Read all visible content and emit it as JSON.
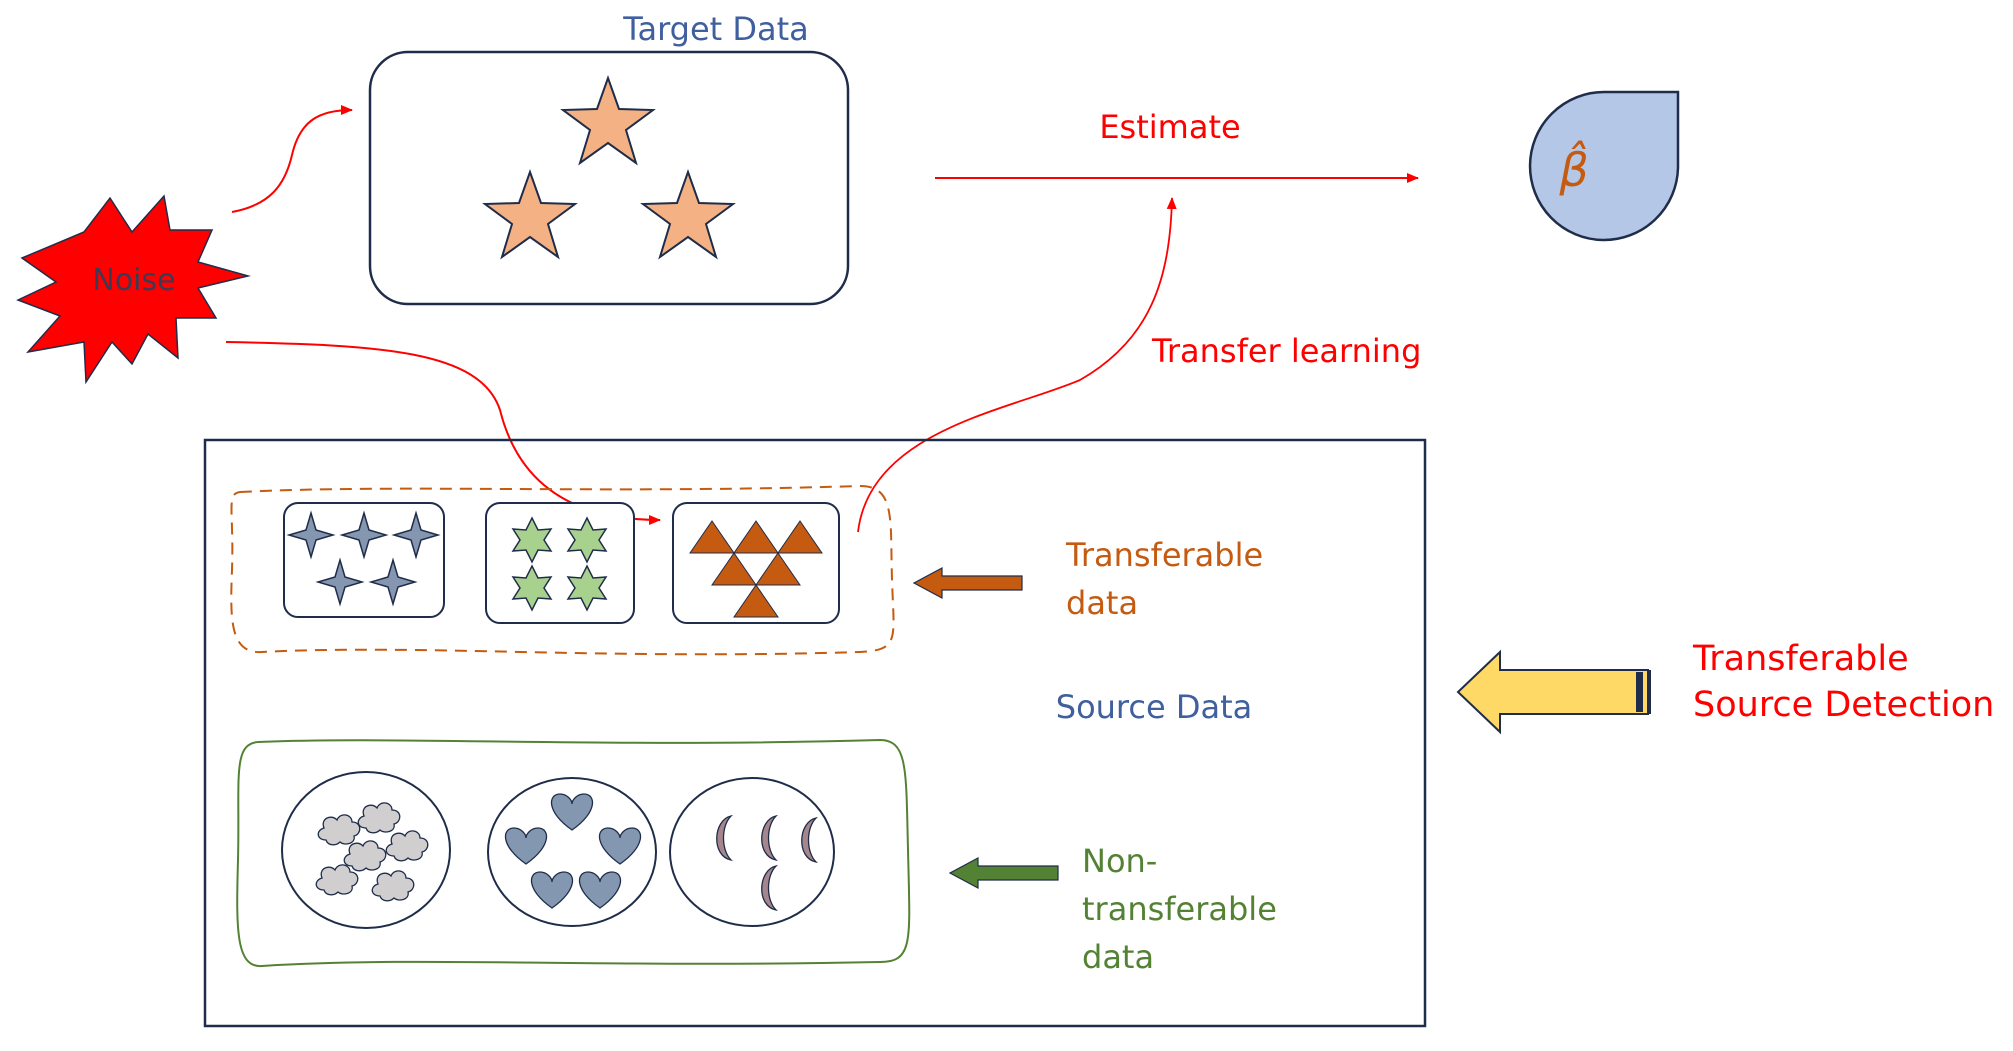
{
  "labels": {
    "target_data": "Target Data",
    "estimate": "Estimate",
    "noise": "Noise",
    "transfer_learning": "Transfer learning",
    "beta_hat": "β̂",
    "source_data": "Source Data",
    "transferable_data_line1": "Transferable",
    "transferable_data_line2": "data",
    "non_transferable_line1": "Non-",
    "non_transferable_line2": "transferable",
    "non_transferable_line3": "data",
    "detection_line1": "Transferable",
    "detection_line2": "Source Detection"
  },
  "icons": {
    "noise": "explosion-burst-icon",
    "target_item": "five-point-star-icon",
    "estimate": "teardrop-icon",
    "source_group_1": "four-point-star-icon",
    "source_group_2": "six-point-star-icon",
    "source_group_3": "triangle-icon",
    "source_group_4": "cloud-icon",
    "source_group_5": "heart-icon",
    "source_group_6": "crescent-moon-icon",
    "detection_arrow": "left-block-arrow-icon"
  },
  "colors": {
    "red": "#ff0000",
    "blue_text": "#3f5f9f",
    "orange_text": "#c55a11",
    "green_text": "#548235",
    "star_fill": "#f4b183",
    "teardrop_fill": "#b4c7e7",
    "dark_outline": "#1f2d4a",
    "yellow_arrow": "#ffd966",
    "four_star_fill": "#8496b0",
    "six_star_fill": "#a9d18e",
    "triangle_fill": "#c55a11",
    "cloud_fill": "#d0cece",
    "heart_fill": "#8497b0",
    "moon_fill": "#a5868c"
  }
}
